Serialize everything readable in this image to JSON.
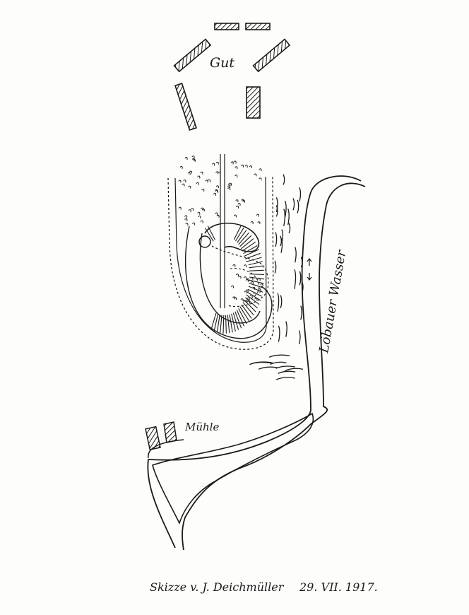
{
  "map": {
    "labels": {
      "estate": "Gut",
      "mill": "Mühle",
      "river": "Löbauer Wasser"
    },
    "caption": {
      "author": "Skizze v. J. Deichmüller",
      "date": "29. VII. 1917."
    },
    "colors": {
      "ink": "#1a1a1a",
      "paper": "#fdfdfb"
    }
  }
}
